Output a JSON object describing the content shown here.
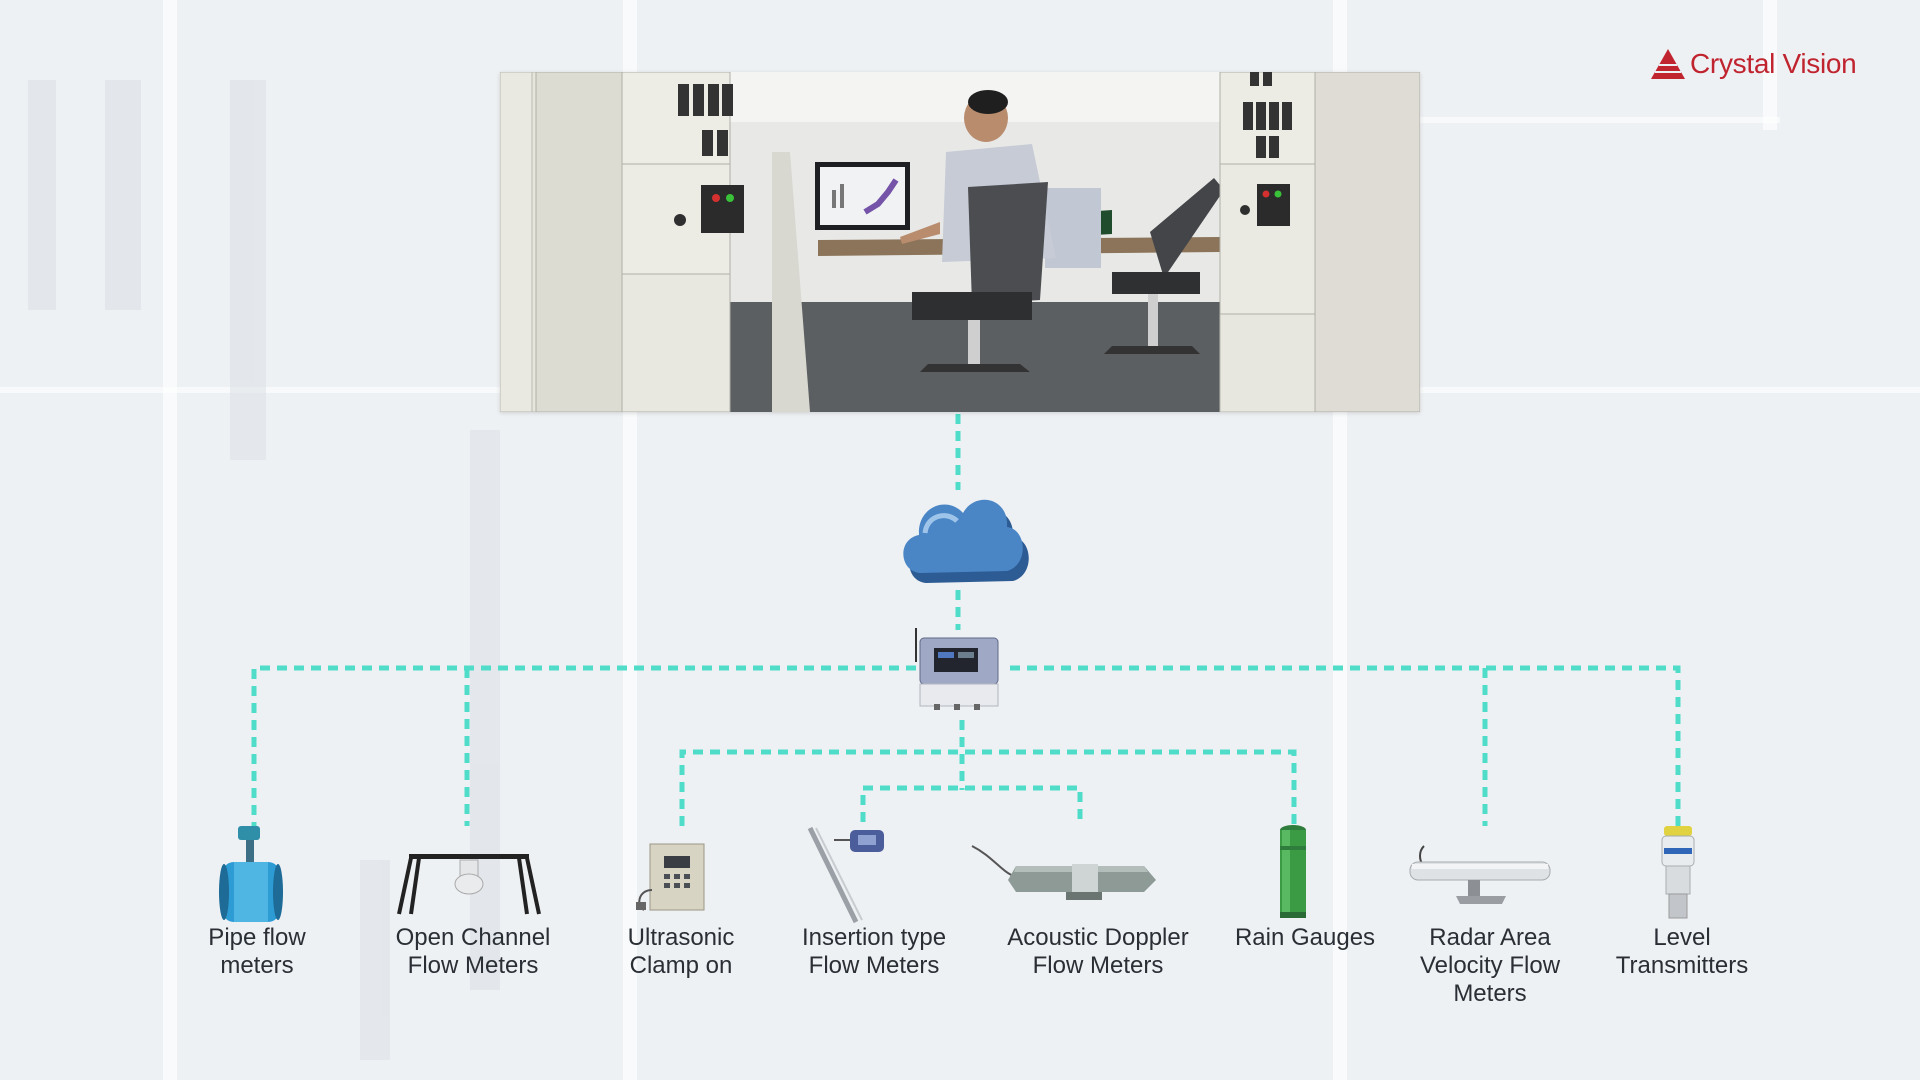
{
  "brand": {
    "name": "Crystal Vision",
    "accent": "#c0242f"
  },
  "colors": {
    "connector": "#4fdcc8",
    "cloud": "#3f78b6",
    "label": "#2a2f35"
  },
  "diagram": {
    "hub": {
      "cloud": "cloud-icon",
      "logger": "data-logger-icon",
      "control_room": "control-room-scene"
    },
    "devices": [
      {
        "label": "Pipe flow\nmeters",
        "icon": "pipe-flow-meter-icon"
      },
      {
        "label": "Open Channel\nFlow Meters",
        "icon": "open-channel-flow-meter-icon"
      },
      {
        "label": "Ultrasonic\nClamp on",
        "icon": "ultrasonic-clamp-on-icon"
      },
      {
        "label": "Insertion type\nFlow Meters",
        "icon": "insertion-flow-meter-icon"
      },
      {
        "label": "Acoustic Doppler\nFlow Meters",
        "icon": "acoustic-doppler-icon"
      },
      {
        "label": "Rain Gauges",
        "icon": "rain-gauge-icon"
      },
      {
        "label": "Radar Area\nVelocity Flow\nMeters",
        "icon": "radar-area-velocity-icon"
      },
      {
        "label": "Level\nTransmitters",
        "icon": "level-transmitter-icon"
      }
    ]
  }
}
